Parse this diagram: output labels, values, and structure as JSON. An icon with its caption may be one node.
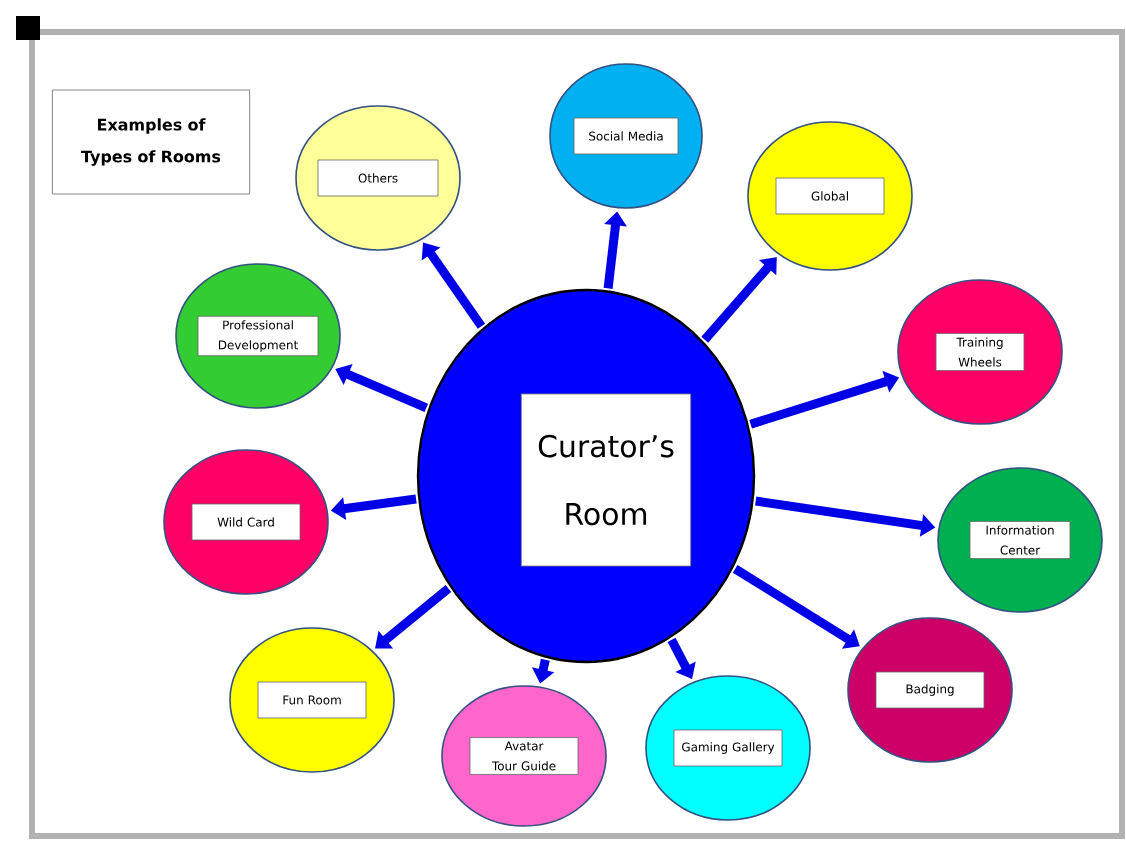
{
  "diagram": {
    "nodes": [
      {
        "text": [
          "Examples of Types of Rooms"
        ]
      },
      {
        "text": [
          "Curator’s Room"
        ]
      },
      {
        "text": [
          "Social Media"
        ]
      },
      {
        "text": [
          "Global"
        ]
      },
      {
        "text": [
          "Training Wheels"
        ]
      },
      {
        "text": [
          "Information Center"
        ]
      },
      {
        "text": [
          "Badging"
        ]
      },
      {
        "text": [
          "Gaming Gallery"
        ]
      },
      {
        "text": [
          "Avatar Tour Guide"
        ]
      },
      {
        "text": [
          "Fun Room"
        ]
      },
      {
        "text": [
          "Wild Card"
        ]
      },
      {
        "text": [
          "Professional Development"
        ]
      },
      {
        "text": [
          "Others"
        ]
      }
    ],
    "edges": [
      {
        "from": 1,
        "to": 2,
        "arrow": "to"
      },
      {
        "from": 1,
        "to": 3,
        "arrow": "to"
      },
      {
        "from": 1,
        "to": 4,
        "arrow": "to"
      },
      {
        "from": 1,
        "to": 5,
        "arrow": "to"
      },
      {
        "from": 1,
        "to": 6,
        "arrow": "to"
      },
      {
        "from": 1,
        "to": 7,
        "arrow": "to"
      },
      {
        "from": 1,
        "to": 8,
        "arrow": "to"
      },
      {
        "from": 1,
        "to": 9,
        "arrow": "to"
      },
      {
        "from": 1,
        "to": 10,
        "arrow": "to"
      },
      {
        "from": 1,
        "to": 11,
        "arrow": "to"
      },
      {
        "from": 1,
        "to": 12,
        "arrow": "to"
      }
    ]
  }
}
